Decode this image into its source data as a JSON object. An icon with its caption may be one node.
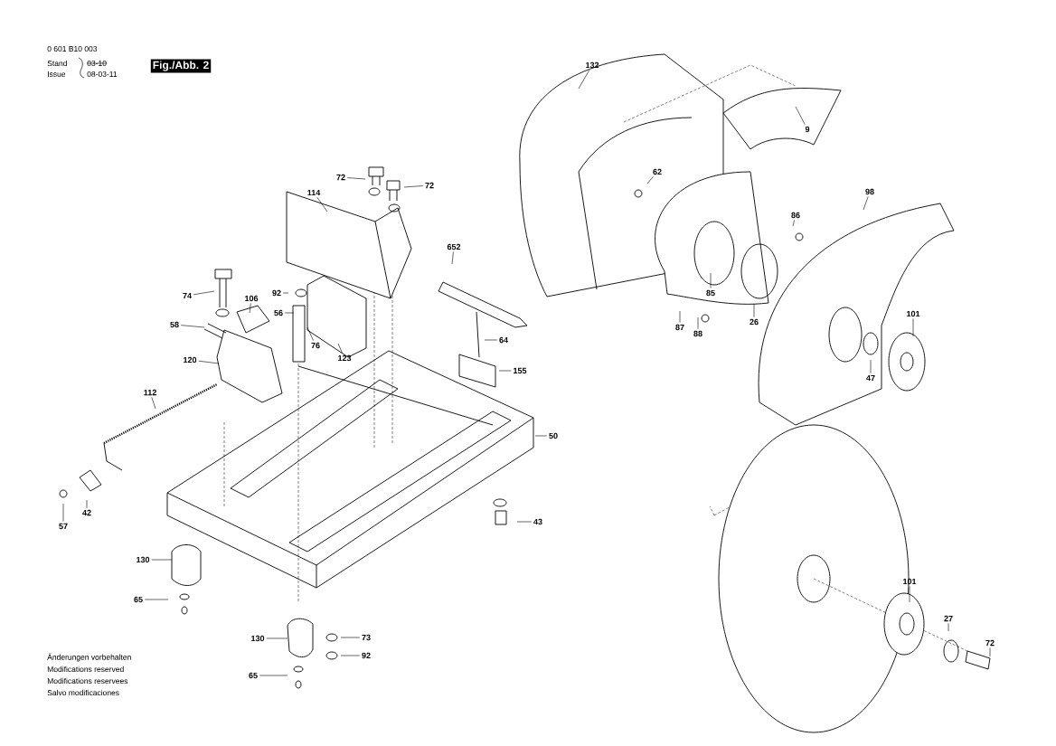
{
  "diagram": {
    "nodes": [
      {
        "text": [
          "Fig./Abb. 2"
        ]
      },
      {
        "text": [
          "132"
        ]
      },
      {
        "text": [
          "9"
        ]
      },
      {
        "text": [
          "62"
        ]
      },
      {
        "text": [
          "114"
        ]
      },
      {
        "text": [
          "72"
        ]
      },
      {
        "text": [
          "72"
        ]
      },
      {
        "text": [
          "98"
        ]
      },
      {
        "text": [
          "86"
        ]
      },
      {
        "text": [
          "652"
        ]
      },
      {
        "text": [
          "74"
        ]
      },
      {
        "text": [
          "106"
        ]
      },
      {
        "text": [
          "92"
        ]
      },
      {
        "text": [
          "56"
        ]
      },
      {
        "text": [
          "58"
        ]
      },
      {
        "text": [
          "76"
        ]
      },
      {
        "text": [
          "123"
        ]
      },
      {
        "text": [
          "64"
        ]
      },
      {
        "text": [
          "85"
        ]
      },
      {
        "text": [
          "26"
        ]
      },
      {
        "text": [
          "87"
        ]
      },
      {
        "text": [
          "88"
        ]
      },
      {
        "text": [
          "101"
        ]
      },
      {
        "text": [
          "47"
        ]
      },
      {
        "text": [
          "120"
        ]
      },
      {
        "text": [
          "155"
        ]
      },
      {
        "text": [
          "112"
        ]
      },
      {
        "text": [
          "50"
        ]
      },
      {
        "text": [
          "57"
        ]
      },
      {
        "text": [
          "42"
        ]
      },
      {
        "text": [
          "43"
        ]
      },
      {
        "text": [
          "130"
        ]
      },
      {
        "text": [
          "65"
        ]
      },
      {
        "text": [
          "101"
        ]
      },
      {
        "text": [
          "27"
        ]
      },
      {
        "text": [
          "72"
        ]
      },
      {
        "text": [
          "130"
        ]
      },
      {
        "text": [
          "73"
        ]
      },
      {
        "text": [
          "92"
        ]
      },
      {
        "text": [
          "65"
        ]
      }
    ],
    "edges": [
      {
        "from": 1,
        "to": null,
        "arrow": "none"
      },
      {
        "from": 2,
        "to": null,
        "arrow": "none"
      },
      {
        "from": 3,
        "to": null,
        "arrow": "none"
      },
      {
        "from": 4,
        "to": null,
        "arrow": "none"
      },
      {
        "from": 5,
        "to": null,
        "arrow": "none"
      },
      {
        "from": 6,
        "to": null,
        "arrow": "none"
      },
      {
        "from": 7,
        "to": null,
        "arrow": "none"
      },
      {
        "from": 8,
        "to": null,
        "arrow": "none"
      },
      {
        "from": 9,
        "to": null,
        "arrow": "none"
      },
      {
        "from": 10,
        "to": null,
        "arrow": "none"
      },
      {
        "from": 11,
        "to": null,
        "arrow": "none"
      },
      {
        "from": 12,
        "to": null,
        "arrow": "none"
      },
      {
        "from": 13,
        "to": null,
        "arrow": "none"
      },
      {
        "from": 14,
        "to": null,
        "arrow": "none"
      },
      {
        "from": 15,
        "to": null,
        "arrow": "none"
      },
      {
        "from": 16,
        "to": null,
        "arrow": "none"
      },
      {
        "from": 17,
        "to": null,
        "arrow": "none"
      },
      {
        "from": 18,
        "to": null,
        "arrow": "none"
      },
      {
        "from": 19,
        "to": null,
        "arrow": "none"
      },
      {
        "from": 20,
        "to": null,
        "arrow": "none"
      },
      {
        "from": 21,
        "to": null,
        "arrow": "none"
      },
      {
        "from": 22,
        "to": null,
        "arrow": "none"
      },
      {
        "from": 23,
        "to": null,
        "arrow": "none"
      },
      {
        "from": 24,
        "to": null,
        "arrow": "none"
      },
      {
        "from": 25,
        "to": null,
        "arrow": "none"
      },
      {
        "from": 26,
        "to": null,
        "arrow": "none"
      },
      {
        "from": 27,
        "to": null,
        "arrow": "none"
      },
      {
        "from": 28,
        "to": null,
        "arrow": "none"
      },
      {
        "from": 29,
        "to": null,
        "arrow": "none"
      },
      {
        "from": 30,
        "to": null,
        "arrow": "none"
      },
      {
        "from": 31,
        "to": null,
        "arrow": "none"
      },
      {
        "from": 32,
        "to": null,
        "arrow": "none"
      },
      {
        "from": 33,
        "to": null,
        "arrow": "none"
      },
      {
        "from": 34,
        "to": null,
        "arrow": "none"
      },
      {
        "from": 35,
        "to": null,
        "arrow": "none"
      },
      {
        "from": 36,
        "to": null,
        "arrow": "none"
      },
      {
        "from": 37,
        "to": null,
        "arrow": "none"
      },
      {
        "from": 38,
        "to": null,
        "arrow": "none"
      },
      {
        "from": 39,
        "to": null,
        "arrow": "none"
      }
    ],
    "labels": [
      "0 601 B10 003",
      "Stand",
      "03-10",
      "Issue",
      "08-03-11",
      "Änderungen vorbehalten",
      "Modifications reserved",
      "Modifications reservees",
      "Salvo modificaciones"
    ]
  }
}
